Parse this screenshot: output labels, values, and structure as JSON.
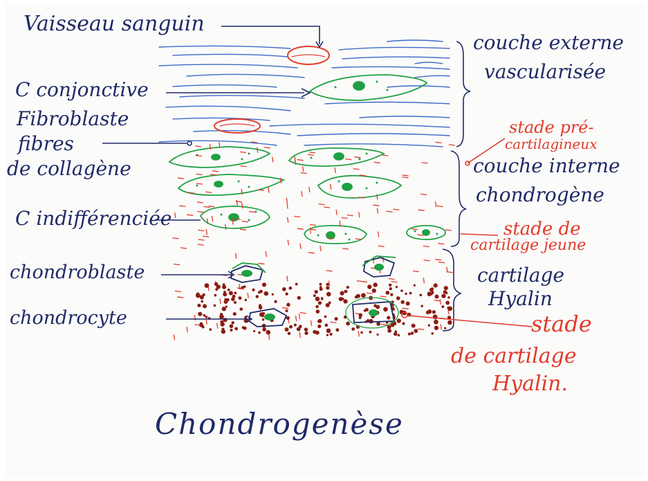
{
  "colors": {
    "ink_blue": "#1f2a66",
    "ink_red": "#e23a2a",
    "cell_green": "#1fa043",
    "fiber_blue": "#3e6bc7",
    "dots_brown": "#8a1c12"
  },
  "left_labels": {
    "vessel": "Vaisseau sanguin",
    "connective_cell": "C conjonctive",
    "fibroblast": "Fibroblaste",
    "fibers": "fibres",
    "collagen": "de collagène",
    "undifferentiated": "C indifférenciée",
    "chondroblast": "chondroblaste",
    "chondrocyte": "chondrocyte"
  },
  "right_labels": {
    "outer_layer_1": "couche externe",
    "outer_layer_2": "vascularisée",
    "inner_layer_1": "couche interne",
    "inner_layer_2": "chondrogène",
    "cartilage_1": "cartilage",
    "cartilage_2": "Hyalin"
  },
  "stage_labels": {
    "precartilage_1": "stade pré-",
    "precartilage_2": "cartilagineux",
    "young_cartilage_1": "stade de",
    "young_cartilage_2": "cartilage jeune",
    "hyaline_1": "stade",
    "hyaline_2": "de cartilage",
    "hyaline_3": "Hyalin."
  },
  "title": "Chondrogenèse"
}
